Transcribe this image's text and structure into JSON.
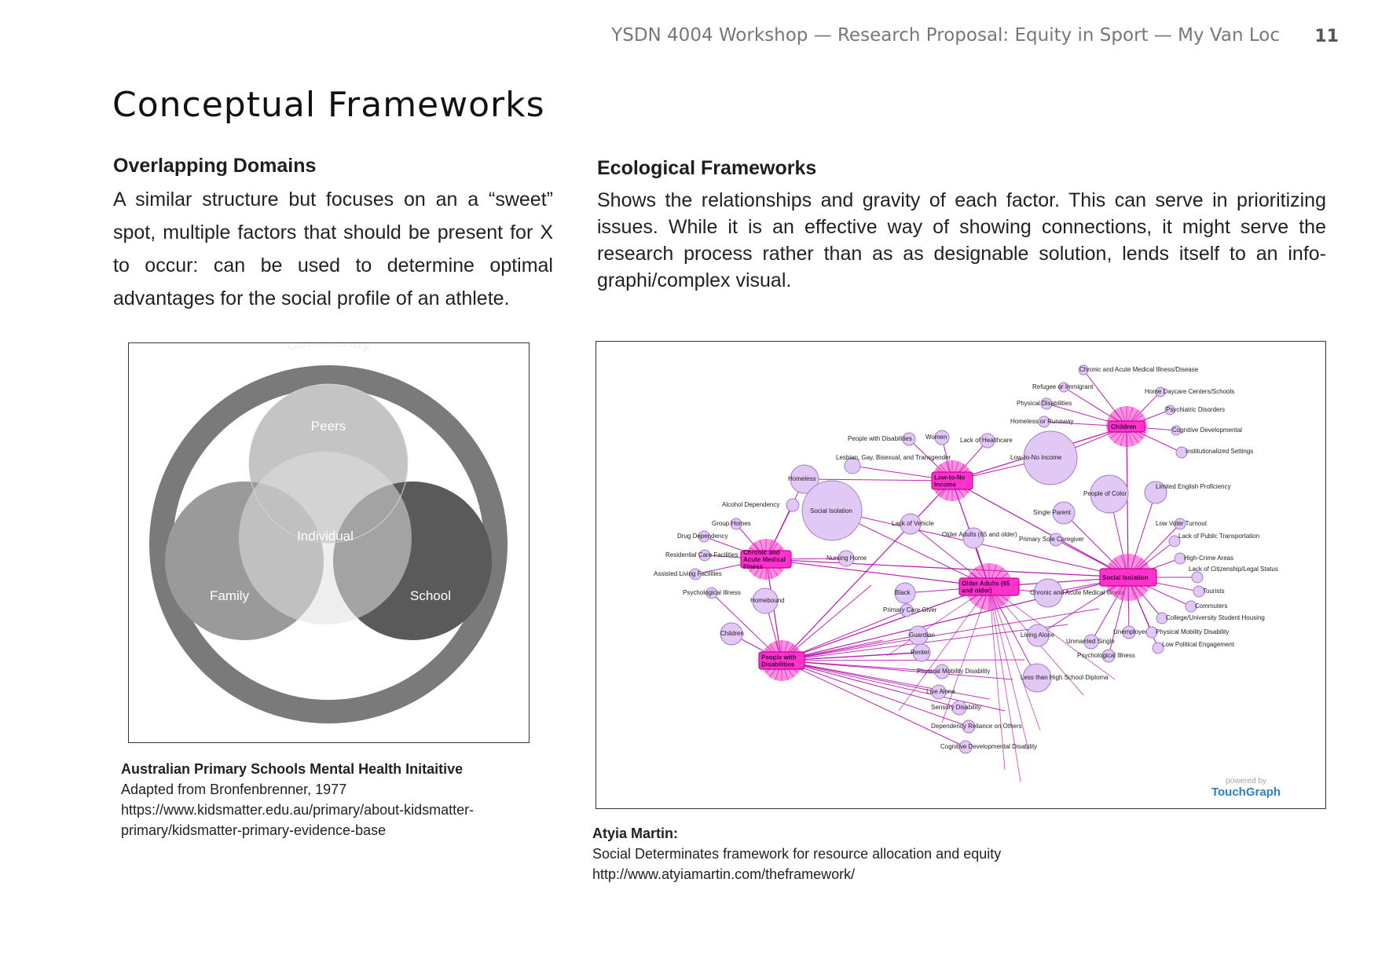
{
  "header": {
    "text": "YSDN 4004 Workshop — Research Proposal: Equity in Sport — My Van Loc",
    "page_number": "11"
  },
  "title": "Conceptual Frameworks",
  "left_section": {
    "heading": "Overlapping Domains",
    "body": "A similar structure but focuses on an a “sweet” spot, multiple factors that should be present for X to occur: can be used to determine optimal advantages for the social profile of an athlete."
  },
  "right_section": {
    "heading": "Ecological Frameworks",
    "body": "Shows the relationships and gravity of each factor. This can serve in prioritizing issues. While it is an effective way of showing connections, it might serve the research process rather than as as designable solution, lends itself to an info-graphi/complex visual."
  },
  "venn": {
    "outer_label": "Community",
    "labels": {
      "peers": "Peers",
      "individual": "Individual",
      "family": "Family",
      "school": "School"
    }
  },
  "network": {
    "hubs": {
      "children": "Children",
      "low_income": "Low-to-No Income",
      "chronic": "Chronic and Acute Medical Illness",
      "older": "Older Adults (65 and older)",
      "social_isolation": "Social Isolation",
      "disabilities": "People with Disabilities"
    },
    "nodes": [
      "Chronic and Acute Medical Illness/Disease",
      "Refugee or Immigrant",
      "Home Daycare Centers/Schools",
      "Physical Disabilities",
      "Psychiatric Disorders",
      "Homeless or Runaway",
      "Cognitive Developmental",
      "People with Disabilities",
      "Women",
      "Lack of Healthcare",
      "Institutionalized Settings",
      "Lesbian, Gay, Bisexual, and Transgender",
      "Low-to-No Income",
      "Homeless",
      "People of Color",
      "Limited English Proficiency",
      "Alcohol Dependency",
      "Social Isolation",
      "Single Parent",
      "Group Homes",
      "Lack of Vehicle",
      "Low Voter Turnout",
      "Drug Dependency",
      "Older Adults (65 and older)",
      "Primary Sole Caregiver",
      "Lack of Public Transportation",
      "Residential Care Facilities",
      "Nursing Home",
      "High-Crime Areas",
      "Assisted Living Facilities",
      "Lack of Citizenship/Legal Status",
      "Psychological Illness",
      "Black",
      "Chronic and Acute Medical Illness",
      "Tourists",
      "Homebound",
      "Commuters",
      "Primary Care Giver",
      "College/University Student Housing",
      "Children",
      "Guardian",
      "Living Alone",
      "Unmarried Single",
      "Unemployed",
      "Physical Mobility Disability",
      "Renter",
      "Psychological Illness",
      "Low Political Engagement",
      "Physical Mobility Disability",
      "Less than High School Diploma",
      "Live Alone",
      "Sensory Disability",
      "Dependency Reliance on Others",
      "Cognitive Developmental Disability"
    ],
    "credit_small": "powered by",
    "credit_brand": "TouchGraph"
  },
  "left_caption": {
    "title": "Australian Primary Schools Mental Health Initaitive",
    "line1": "Adapted from Bronfenbrenner, 1977",
    "line2": "https://www.kidsmatter.edu.au/primary/about-kidsmatter-primary/kidsmatter-primary-evidence-base"
  },
  "right_caption": {
    "title": "Atyia Martin:",
    "line1": "Social Determinates framework for resource allocation and equity",
    "line2": "http://www.atyiamartin.com/theframework/"
  },
  "colors": {
    "hub_fill": "#ff33cc",
    "hub_border": "#cc0099",
    "edge": "#b000a8",
    "node_fill": "#e2c8f5",
    "node_border": "#a07ad0"
  }
}
